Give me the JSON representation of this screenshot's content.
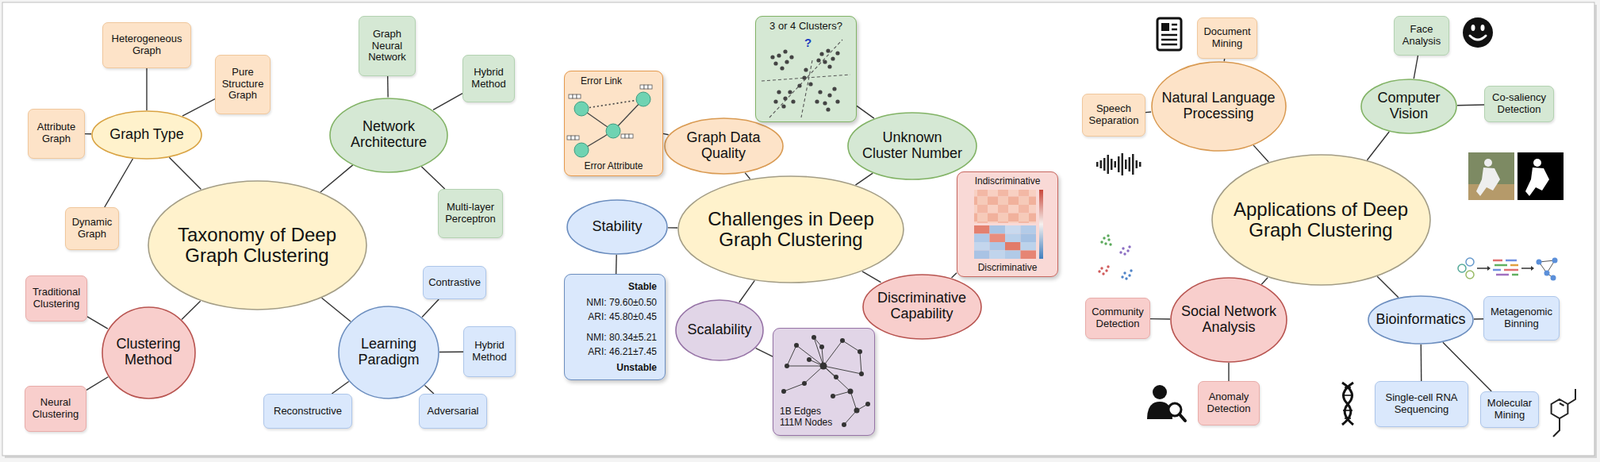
{
  "diagram": {
    "nodes": [
      {
        "text": [
          "Taxonomy of Deep Graph Clustering"
        ]
      },
      {
        "text": [
          "Graph Type"
        ]
      },
      {
        "text": [
          "Heterogeneous Graph"
        ]
      },
      {
        "text": [
          "Pure Structure Graph"
        ]
      },
      {
        "text": [
          "Attribute Graph"
        ]
      },
      {
        "text": [
          "Dynamic Graph"
        ]
      },
      {
        "text": [
          "Network Architecture"
        ]
      },
      {
        "text": [
          "Graph Neural Network"
        ]
      },
      {
        "text": [
          "Hybrid Method"
        ]
      },
      {
        "text": [
          "Multi-layer Perceptron"
        ]
      },
      {
        "text": [
          "Clustering Method"
        ]
      },
      {
        "text": [
          "Traditional Clustering"
        ]
      },
      {
        "text": [
          "Neural Clustering"
        ]
      },
      {
        "text": [
          "Learning Paradigm"
        ]
      },
      {
        "text": [
          "Contrastive"
        ]
      },
      {
        "text": [
          "Hybrid Method"
        ]
      },
      {
        "text": [
          "Adversarial"
        ]
      },
      {
        "text": [
          "Reconstructive"
        ]
      },
      {
        "text": [
          "Challenges in Deep Graph Clustering"
        ]
      },
      {
        "text": [
          "Graph Data Quality"
        ]
      },
      {
        "text": [
          "Error Link",
          "Error Attribute"
        ]
      },
      {
        "text": [
          "Unknown Cluster Number"
        ]
      },
      {
        "text": [
          "3 or 4 Clusters?",
          "?"
        ]
      },
      {
        "text": [
          "Discriminative Capability"
        ]
      },
      {
        "text": [
          "Indiscriminative",
          "Discriminative"
        ]
      },
      {
        "text": [
          "Scalability"
        ]
      },
      {
        "text": [
          "1B Edges 111M Nodes"
        ]
      },
      {
        "text": [
          "Stability"
        ]
      },
      {
        "text": [
          "Stable",
          "NMI: 79.60±0.50",
          "ARI: 45.80±0.45",
          "NMI: 80.34±5.21",
          "ARI: 46.21±7.45",
          "Unstable"
        ]
      },
      {
        "text": [
          "Applications of Deep Graph Clustering"
        ]
      },
      {
        "text": [
          "Natural Language Processing"
        ]
      },
      {
        "text": [
          "Document Mining"
        ]
      },
      {
        "text": [
          "Speech Separation"
        ]
      },
      {
        "text": [
          "Computer Vision"
        ]
      },
      {
        "text": [
          "Face Analysis"
        ]
      },
      {
        "text": [
          "Co-saliency Detection"
        ]
      },
      {
        "text": [
          "Social Network Analysis"
        ]
      },
      {
        "text": [
          "Community Detection"
        ]
      },
      {
        "text": [
          "Anomaly Detection"
        ]
      },
      {
        "text": [
          "Bioinformatics"
        ]
      },
      {
        "text": [
          "Metagenomic Binning"
        ]
      },
      {
        "text": [
          "Single-cell RNA Sequencing"
        ]
      },
      {
        "text": [
          "Molecular Mining"
        ]
      }
    ],
    "edges": [
      {
        "from": 0,
        "to": 1,
        "arrow": "none"
      },
      {
        "from": 1,
        "to": 2,
        "arrow": "none"
      },
      {
        "from": 1,
        "to": 3,
        "arrow": "none"
      },
      {
        "from": 1,
        "to": 4,
        "arrow": "none"
      },
      {
        "from": 1,
        "to": 5,
        "arrow": "none"
      },
      {
        "from": 0,
        "to": 6,
        "arrow": "none"
      },
      {
        "from": 6,
        "to": 7,
        "arrow": "none"
      },
      {
        "from": 6,
        "to": 8,
        "arrow": "none"
      },
      {
        "from": 6,
        "to": 9,
        "arrow": "none"
      },
      {
        "from": 0,
        "to": 10,
        "arrow": "none"
      },
      {
        "from": 10,
        "to": 11,
        "arrow": "none"
      },
      {
        "from": 10,
        "to": 12,
        "arrow": "none"
      },
      {
        "from": 0,
        "to": 13,
        "arrow": "none"
      },
      {
        "from": 13,
        "to": 14,
        "arrow": "none"
      },
      {
        "from": 13,
        "to": 15,
        "arrow": "none"
      },
      {
        "from": 13,
        "to": 16,
        "arrow": "none"
      },
      {
        "from": 13,
        "to": 17,
        "arrow": "none"
      },
      {
        "from": 18,
        "to": 19,
        "arrow": "none"
      },
      {
        "from": 19,
        "to": 20,
        "arrow": "none"
      },
      {
        "from": 18,
        "to": 21,
        "arrow": "none"
      },
      {
        "from": 21,
        "to": 22,
        "arrow": "none"
      },
      {
        "from": 18,
        "to": 23,
        "arrow": "none"
      },
      {
        "from": 23,
        "to": 24,
        "arrow": "none"
      },
      {
        "from": 18,
        "to": 25,
        "arrow": "none"
      },
      {
        "from": 25,
        "to": 26,
        "arrow": "none"
      },
      {
        "from": 18,
        "to": 27,
        "arrow": "none"
      },
      {
        "from": 27,
        "to": 28,
        "arrow": "none"
      },
      {
        "from": 29,
        "to": 30,
        "arrow": "none"
      },
      {
        "from": 30,
        "to": 31,
        "arrow": "none"
      },
      {
        "from": 30,
        "to": 32,
        "arrow": "none"
      },
      {
        "from": 29,
        "to": 33,
        "arrow": "none"
      },
      {
        "from": 33,
        "to": 34,
        "arrow": "none"
      },
      {
        "from": 33,
        "to": 35,
        "arrow": "none"
      },
      {
        "from": 29,
        "to": 36,
        "arrow": "none"
      },
      {
        "from": 36,
        "to": 37,
        "arrow": "none"
      },
      {
        "from": 36,
        "to": 38,
        "arrow": "none"
      },
      {
        "from": 29,
        "to": 39,
        "arrow": "none"
      },
      {
        "from": 39,
        "to": 40,
        "arrow": "none"
      },
      {
        "from": 39,
        "to": 41,
        "arrow": "none"
      },
      {
        "from": 39,
        "to": 42,
        "arrow": "none"
      }
    ]
  }
}
